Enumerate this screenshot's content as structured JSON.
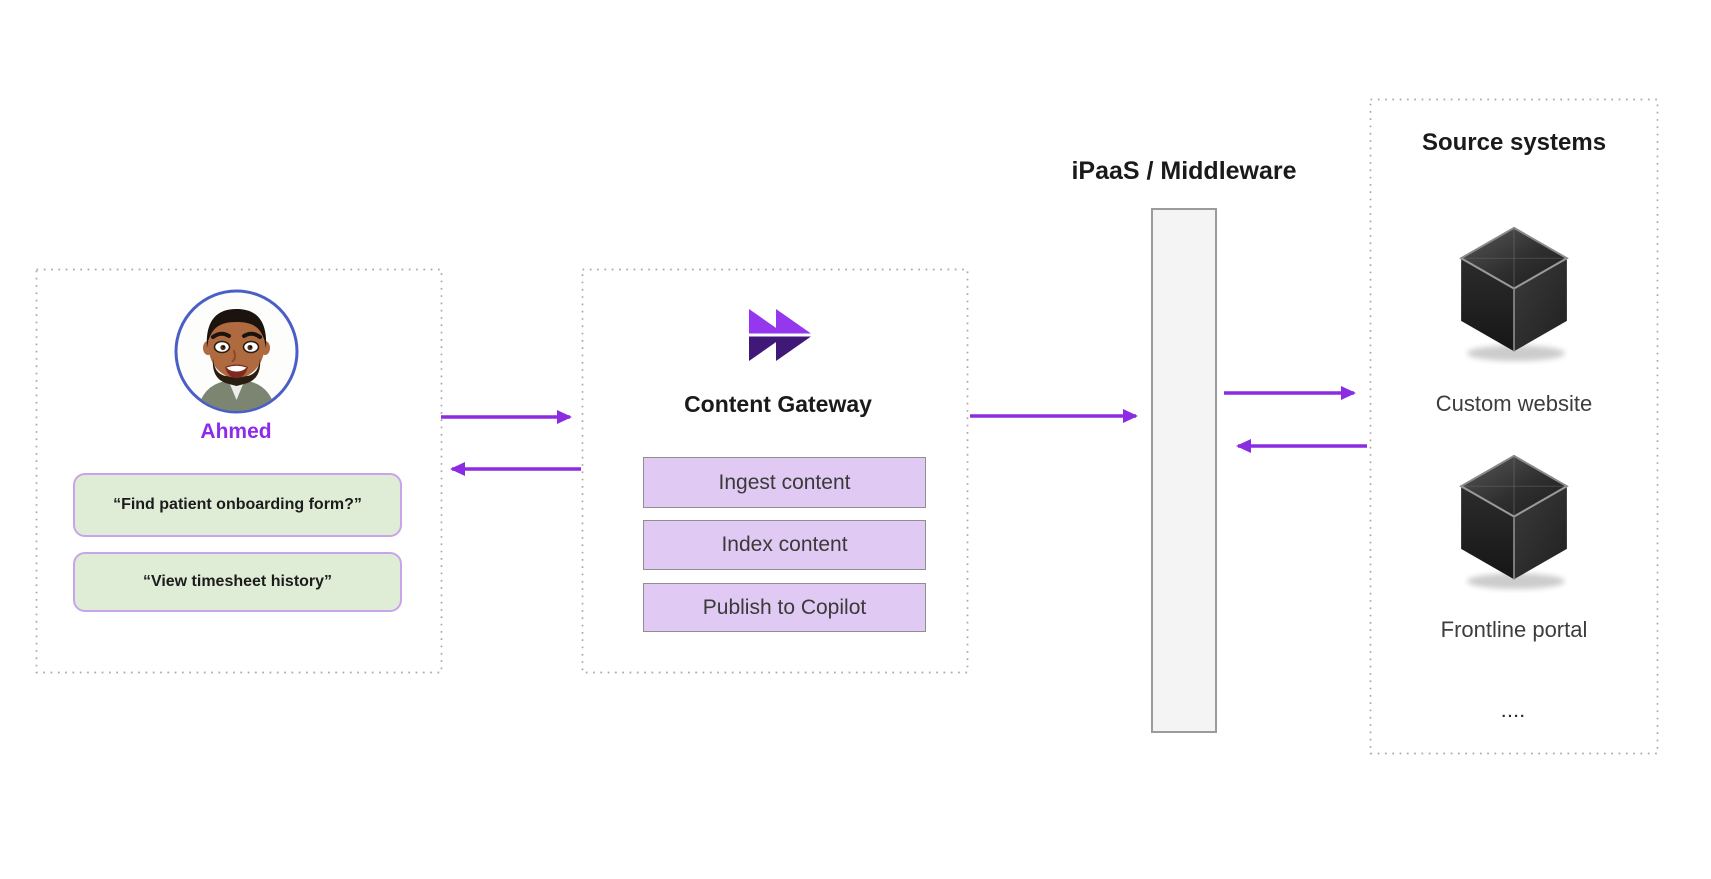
{
  "colors": {
    "arrow_purple": "#8B2BE2",
    "logo_light_purple": "#9437EE",
    "logo_dark_purple": "#3F1878",
    "bubble_green_fill": "#DFEDD6",
    "bubble_purple_border": "#C9A4EA",
    "step_button_fill": "#E0C9F2",
    "step_button_border": "#8F8F8F",
    "middleware_bar_fill": "#F4F4F4",
    "middleware_bar_border": "#9B9B9B",
    "user_name_purple": "#8F2BE8",
    "avatar_ring_blue": "#4A5FC6"
  },
  "user": {
    "name": "Ahmed",
    "avatar_icon": "man-avatar-icon",
    "queries": [
      "“Find patient onboarding form?”",
      "“View timesheet history”"
    ]
  },
  "gateway": {
    "logo_icon": "fast-forward-icon",
    "title": "Content Gateway",
    "steps": [
      "Ingest content",
      "Index content",
      "Publish to Copilot"
    ]
  },
  "middleware": {
    "label": "iPaaS / Middleware"
  },
  "sources": {
    "title": "Source systems",
    "cube_icon": "black-cube-icon",
    "systems": [
      "Custom website",
      "Frontline portal"
    ],
    "ellipsis": "...."
  }
}
